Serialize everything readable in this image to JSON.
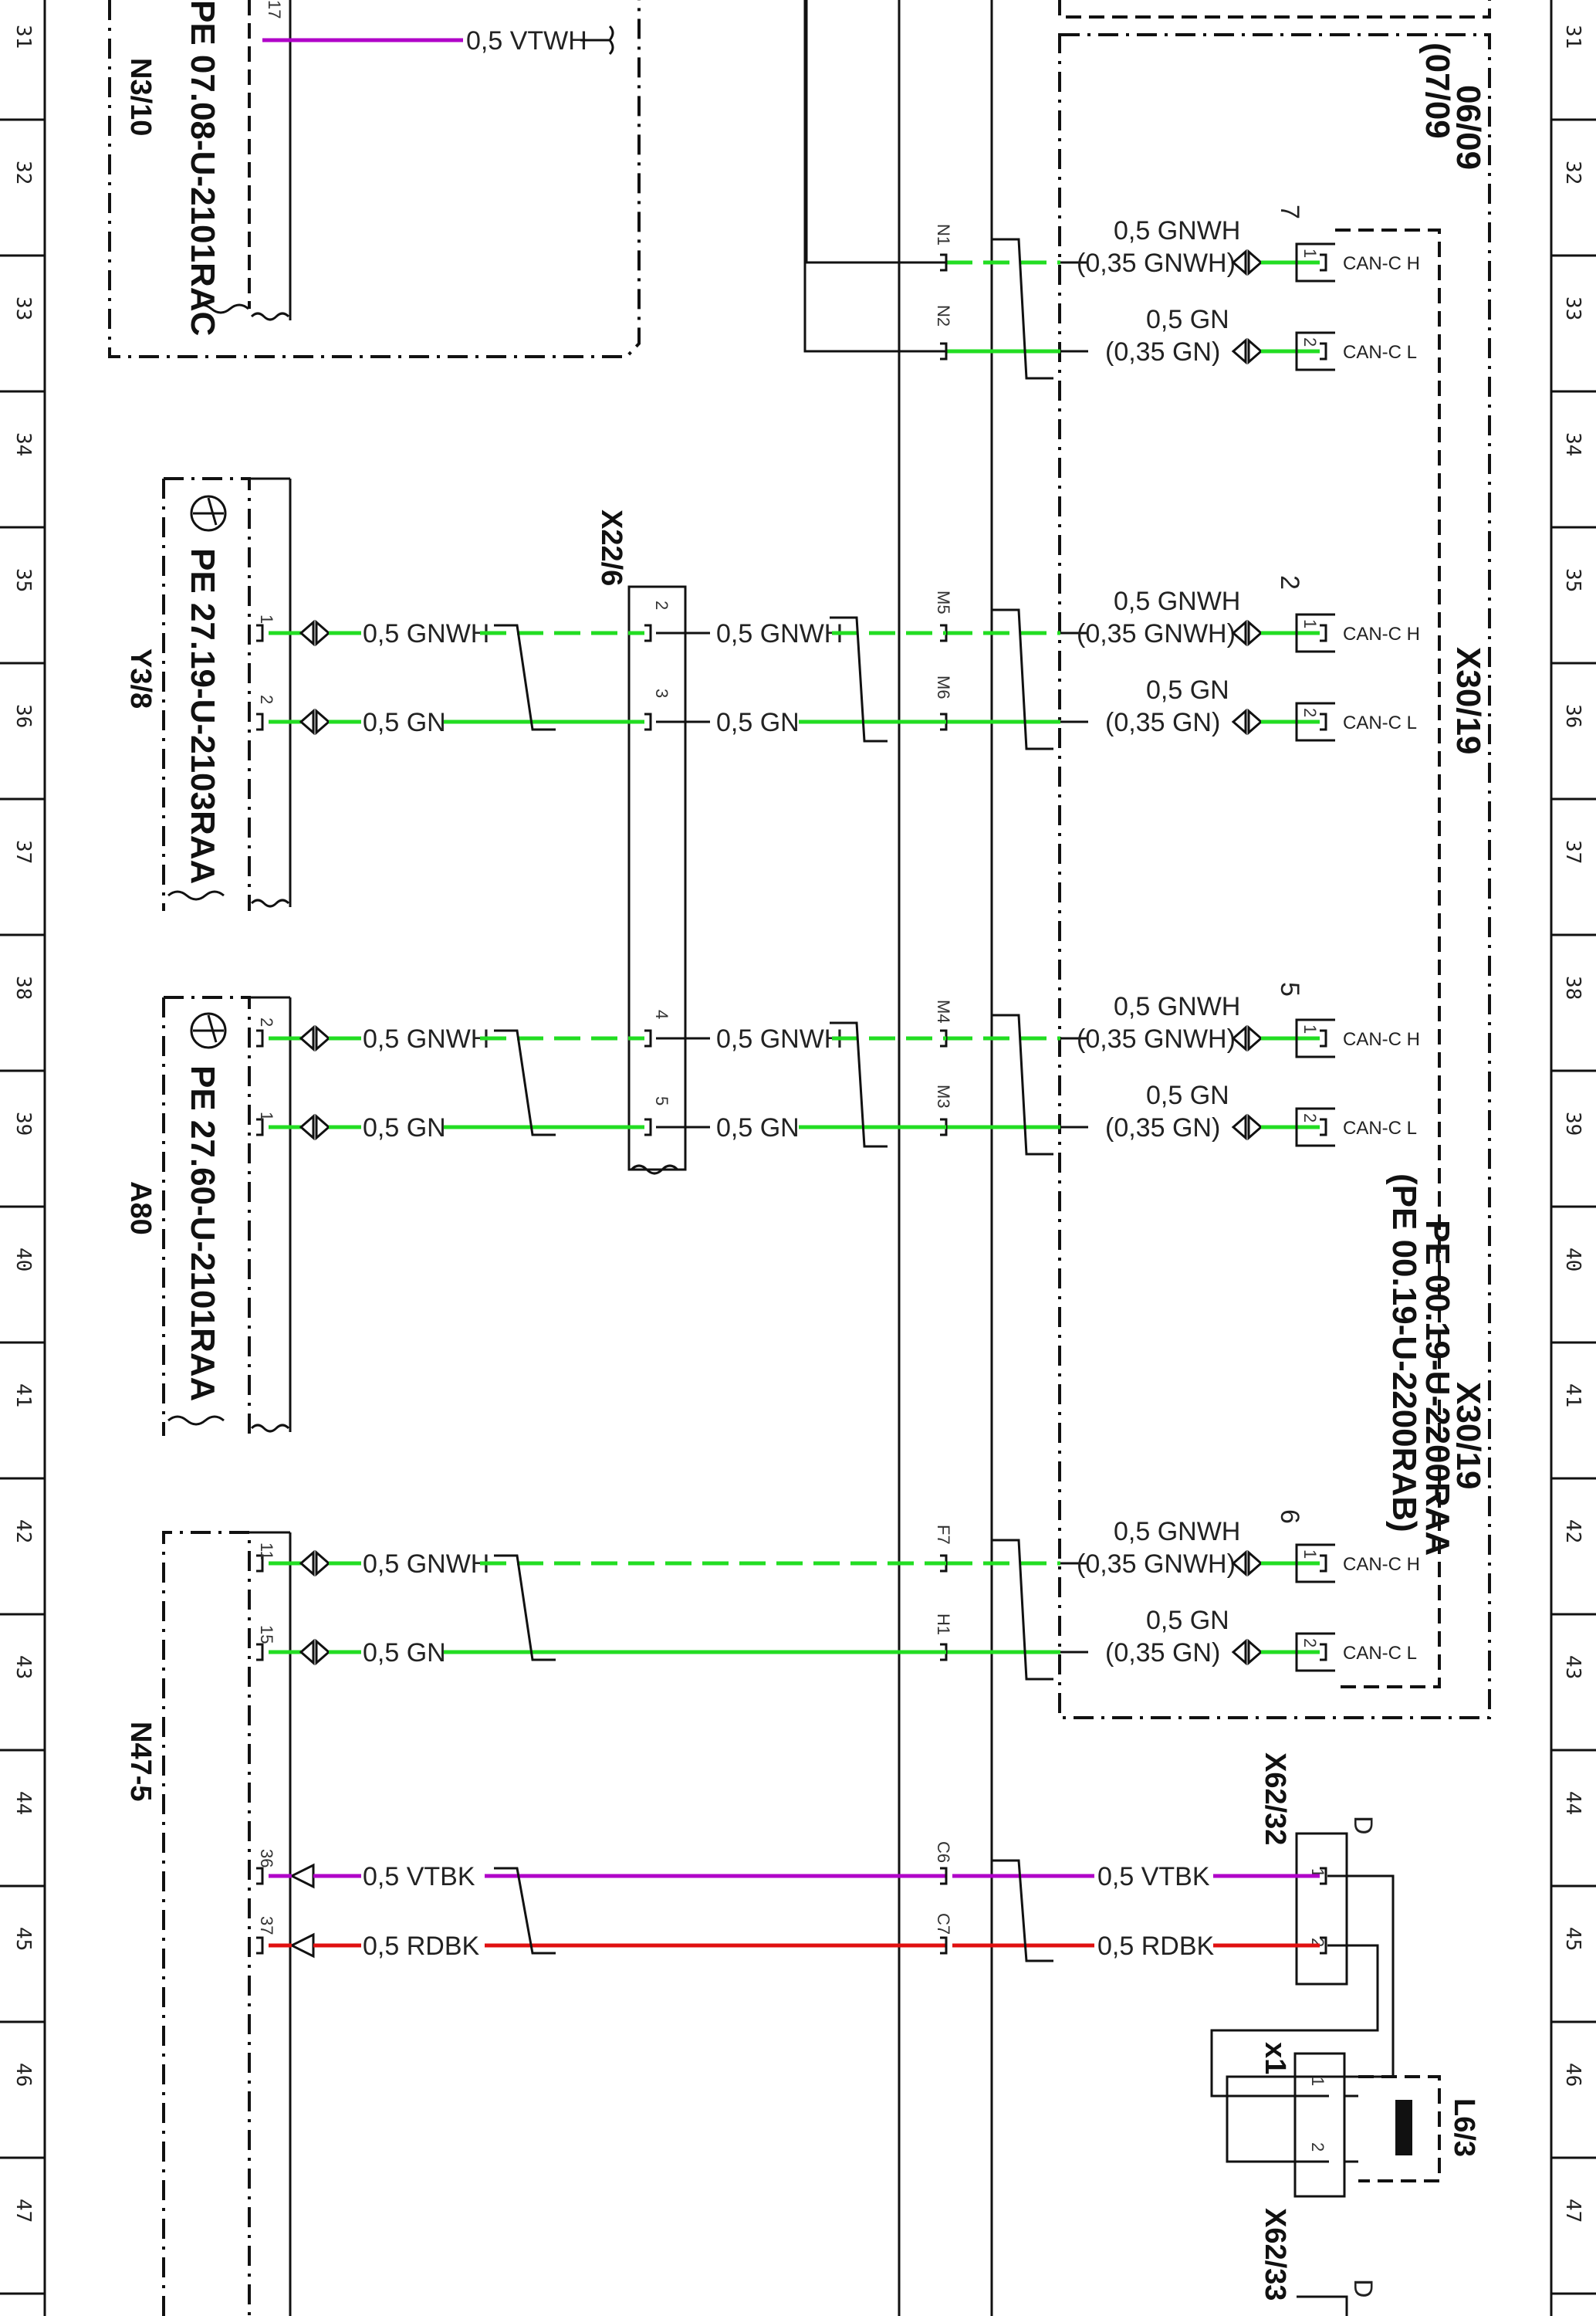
{
  "ruler": {
    "numbers": [
      "31",
      "32",
      "33",
      "34",
      "35",
      "36",
      "37",
      "38",
      "39",
      "40",
      "41",
      "42",
      "43",
      "44",
      "45",
      "46",
      "47"
    ]
  },
  "components": {
    "n3_10": {
      "id": "N3/10",
      "ref": "PE 07.08-U-2101RAC",
      "pin": "17",
      "wire": "0,5 VTWH"
    },
    "y3_8": {
      "id": "Y3/8",
      "ref": "PE 27.19-U-2103RAA",
      "pins": [
        "1",
        "2"
      ]
    },
    "a80": {
      "id": "A80",
      "ref": "PE 27.60-U-2101RAA",
      "pins": [
        "2",
        "1"
      ]
    },
    "n47_5": {
      "id": "N47-5",
      "pins": [
        "11",
        "15",
        "36",
        "37"
      ]
    },
    "x22_6": {
      "id": "X22/6",
      "pins": [
        "2",
        "3",
        "4",
        "5"
      ]
    },
    "x30_19": {
      "id_top": "X30/19",
      "id_bottom": "X30/19",
      "ref1": "PE 00.19-U-2200RAA",
      "ref2": "(PE 00.19-U-2200RAB)",
      "date_note1": "06/09",
      "date_note2": "(07/09",
      "group_numbers": [
        "7",
        "2",
        "5",
        "6"
      ],
      "can_h": "CAN-C H",
      "can_l": "CAN-C L"
    },
    "x62_32": {
      "id": "X62/32",
      "letter": "D",
      "pins": [
        "1",
        "2"
      ]
    },
    "x62_33": {
      "id": "X62/33",
      "letter": "D"
    },
    "x1": {
      "id": "x1",
      "pins": [
        "1",
        "2"
      ]
    },
    "l6_3": {
      "id": "L6/3"
    }
  },
  "splice_pins": [
    "N1",
    "N2",
    "M5",
    "M6",
    "M4",
    "M3",
    "F7",
    "H1",
    "C6",
    "C7"
  ],
  "wire_labels": {
    "gnwh": "0,5 GNWH",
    "gn": "0,5 GN",
    "gnwh_alt": "(0,35 GNWH)",
    "gn_alt": "(0,35 GN)",
    "vtbk": "0,5 VTBK",
    "rdbk": "0,5 RDBK"
  },
  "colors": {
    "green": "#22dd22",
    "violet": "#b000c8",
    "red": "#e01010",
    "black": "#111111"
  }
}
